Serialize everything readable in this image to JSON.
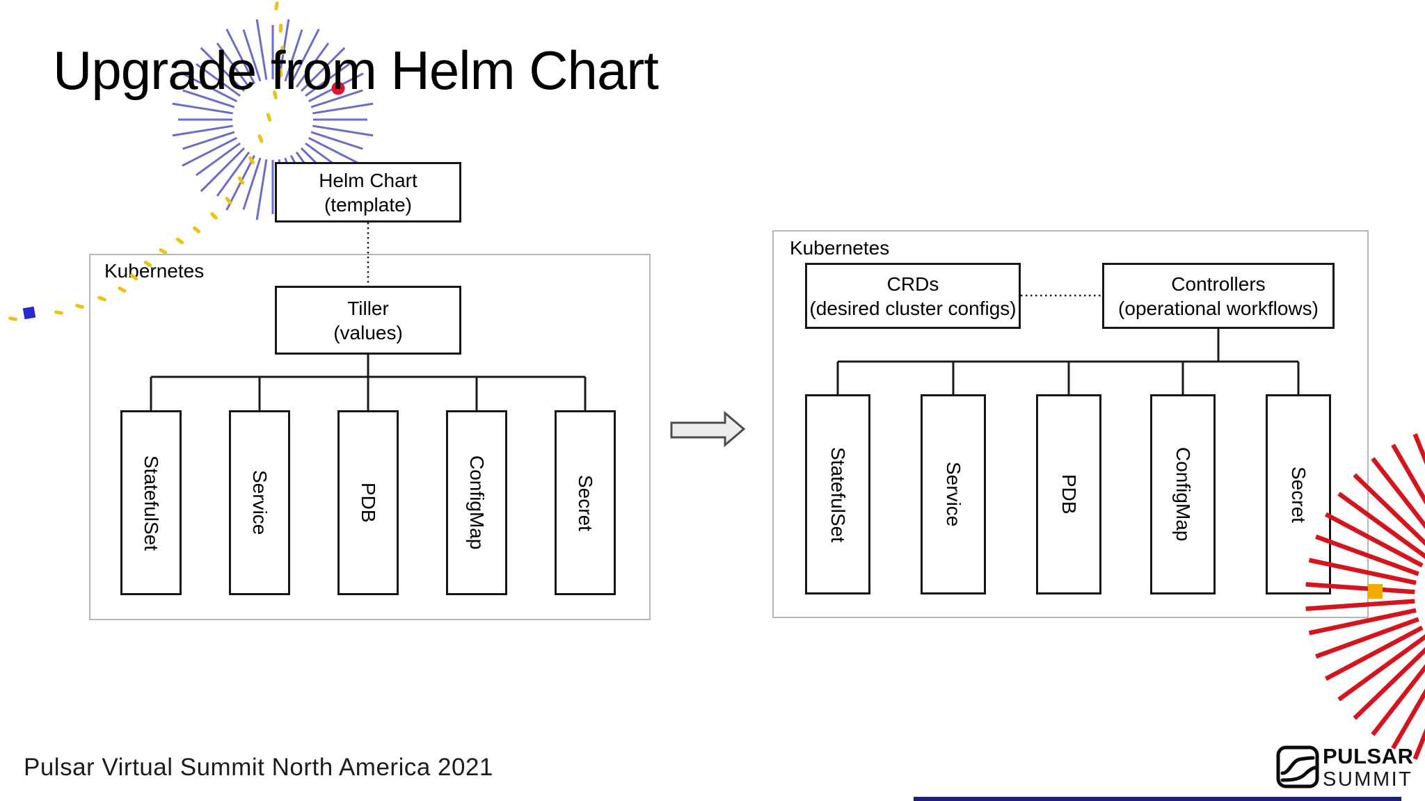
{
  "title": "Upgrade from Helm Chart",
  "footer": "Pulsar Virtual Summit North America 2021",
  "left_diagram": {
    "container_label": "Kubernetes",
    "root": {
      "line1": "Helm Chart",
      "line2": "(template)"
    },
    "middle": {
      "line1": "Tiller",
      "line2": "(values)"
    },
    "children": [
      "StatefulSet",
      "Service",
      "PDB",
      "ConfigMap",
      "Secret"
    ]
  },
  "right_diagram": {
    "container_label": "Kubernetes",
    "crds": {
      "line1": "CRDs",
      "line2": "(desired cluster configs)"
    },
    "controllers": {
      "line1": "Controllers",
      "line2": "(operational workflows)"
    },
    "children": [
      "StatefulSet",
      "Service",
      "PDB",
      "ConfigMap",
      "Secret"
    ]
  },
  "logo": {
    "line1": "PULSAR",
    "line2": "SUMMIT"
  },
  "colors": {
    "blue_burst": "#6b6bcb",
    "yellow": "#eec211",
    "red_burst": "#d6141e",
    "red_dot": "#e8112d",
    "blue_square": "#2a28cf",
    "orange_square": "#f5a800",
    "navy_bar": "#1f1d75",
    "arrow_fill": "#ededed",
    "arrow_stroke": "#4d4d4d",
    "connector": "#1a1a1a",
    "container_border": "#b5b5b5"
  }
}
